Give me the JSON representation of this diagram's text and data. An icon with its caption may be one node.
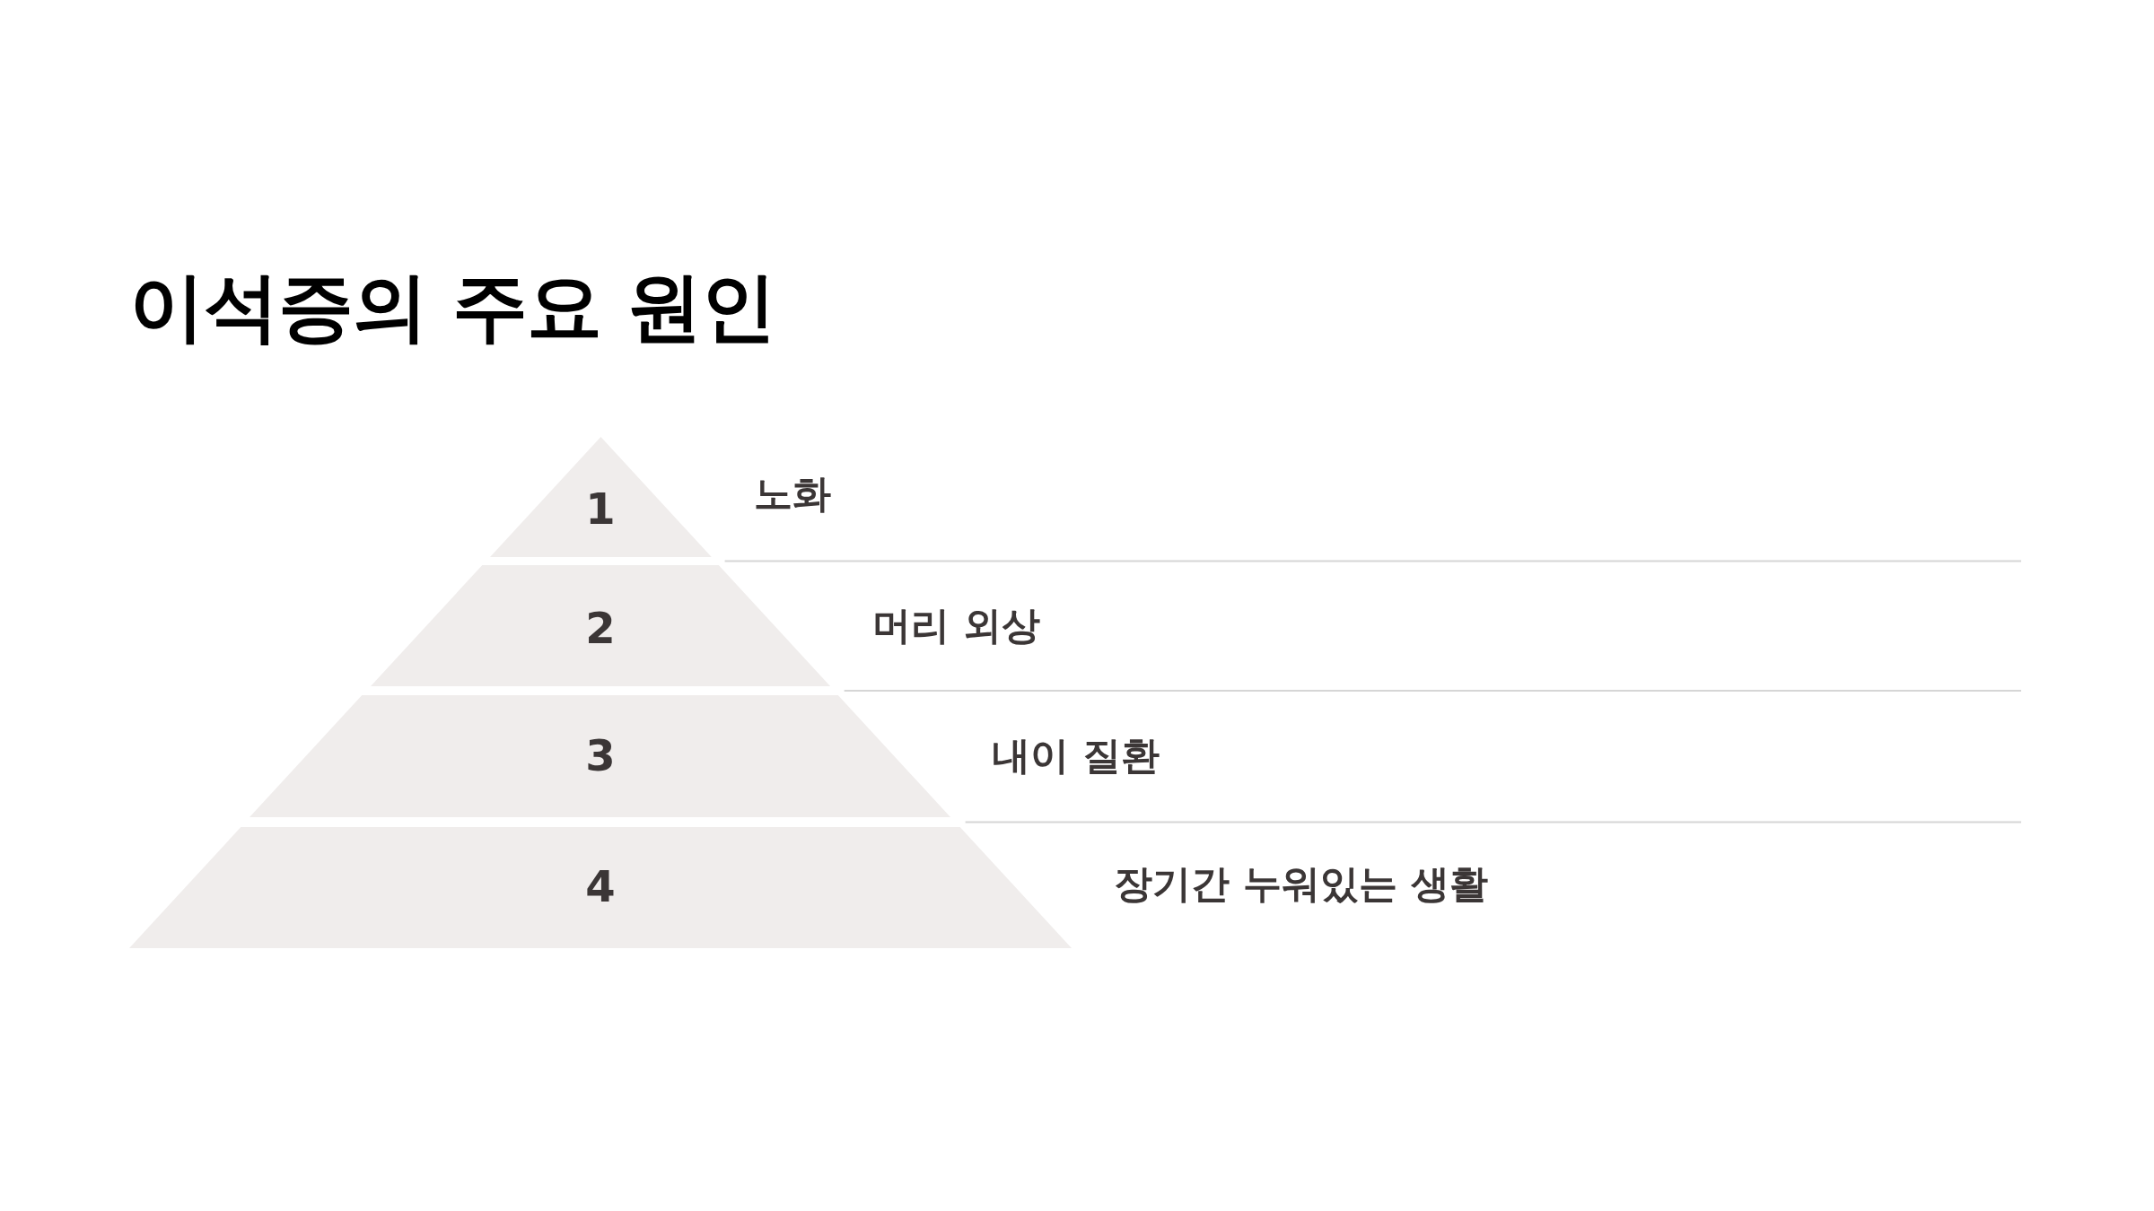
{
  "diagram": {
    "title": "이석증의 주요 원인",
    "nodes": [
      {
        "text": [
          "1"
        ],
        "beside": [
          "노화"
        ]
      },
      {
        "text": [
          "2"
        ],
        "beside": [
          "머리 외상"
        ]
      },
      {
        "text": [
          "3"
        ],
        "beside": [
          "내이 질환"
        ]
      },
      {
        "text": [
          "4"
        ],
        "beside": [
          "장기간 누워있는 생활"
        ]
      }
    ]
  }
}
